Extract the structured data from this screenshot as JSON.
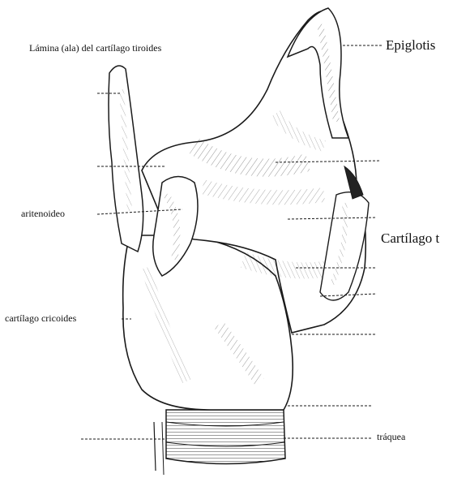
{
  "labels": {
    "thyroid_lamina": "Lámina (ala) del cartílago tiroides",
    "epiglottis": "Epiglotis",
    "arytenoid": "aritenoideo",
    "thyroid_cartilage": "Cartílago t",
    "cricoid": "cartílago cricoides",
    "trachea": "tráquea"
  },
  "colors": {
    "ink": "#1a1a1a",
    "paper": "#ffffff"
  }
}
